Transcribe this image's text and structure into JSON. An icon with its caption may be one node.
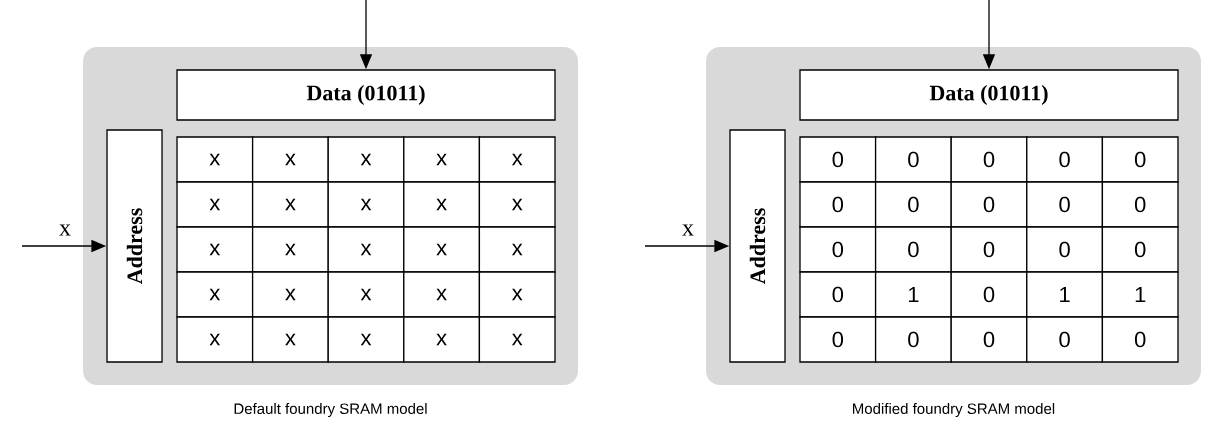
{
  "diagram": {
    "nodes": [
      {
        "text": [],
        "shape": "box",
        "beside": [
          "Default foundry SRAM model"
        ]
      },
      {
        "text": [
          "Data (01011)"
        ],
        "in": 0
      },
      {
        "text": [
          "Address"
        ],
        "in": 0
      },
      {
        "text": [
          "x"
        ],
        "in": 0
      },
      {
        "text": [
          "x"
        ],
        "in": 0
      },
      {
        "text": [
          "x"
        ],
        "in": 0
      },
      {
        "text": [
          "x"
        ],
        "in": 0
      },
      {
        "text": [
          "x"
        ],
        "in": 0
      },
      {
        "text": [
          "x"
        ],
        "in": 0
      },
      {
        "text": [
          "x"
        ],
        "in": 0
      },
      {
        "text": [
          "x"
        ],
        "in": 0
      },
      {
        "text": [
          "x"
        ],
        "in": 0
      },
      {
        "text": [
          "x"
        ],
        "in": 0
      },
      {
        "text": [
          "x"
        ],
        "in": 0
      },
      {
        "text": [
          "x"
        ],
        "in": 0
      },
      {
        "text": [
          "x"
        ],
        "in": 0
      },
      {
        "text": [
          "x"
        ],
        "in": 0
      },
      {
        "text": [
          "x"
        ],
        "in": 0
      },
      {
        "text": [
          "x"
        ],
        "in": 0
      },
      {
        "text": [
          "x"
        ],
        "in": 0
      },
      {
        "text": [
          "x"
        ],
        "in": 0
      },
      {
        "text": [
          "x"
        ],
        "in": 0
      },
      {
        "text": [
          "x"
        ],
        "in": 0
      },
      {
        "text": [
          "x"
        ],
        "in": 0
      },
      {
        "text": [
          "x"
        ],
        "in": 0
      },
      {
        "text": [
          "x"
        ],
        "in": 0
      },
      {
        "text": [
          "x"
        ],
        "in": 0
      },
      {
        "text": [
          "x"
        ],
        "in": 0
      },
      {
        "text": [],
        "shape": "box",
        "beside": [
          "Modified foundry SRAM model"
        ]
      },
      {
        "text": [
          "Data (01011)"
        ],
        "in": 28
      },
      {
        "text": [
          "Address"
        ],
        "in": 28
      },
      {
        "text": [
          "0"
        ],
        "in": 28
      },
      {
        "text": [
          "0"
        ],
        "in": 28
      },
      {
        "text": [
          "0"
        ],
        "in": 28
      },
      {
        "text": [
          "0"
        ],
        "in": 28
      },
      {
        "text": [
          "0"
        ],
        "in": 28
      },
      {
        "text": [
          "0"
        ],
        "in": 28
      },
      {
        "text": [
          "0"
        ],
        "in": 28
      },
      {
        "text": [
          "0"
        ],
        "in": 28
      },
      {
        "text": [
          "0"
        ],
        "in": 28
      },
      {
        "text": [
          "0"
        ],
        "in": 28
      },
      {
        "text": [
          "0"
        ],
        "in": 28
      },
      {
        "text": [
          "0"
        ],
        "in": 28
      },
      {
        "text": [
          "0"
        ],
        "in": 28
      },
      {
        "text": [
          "0"
        ],
        "in": 28
      },
      {
        "text": [
          "0"
        ],
        "in": 28
      },
      {
        "text": [
          "0"
        ],
        "in": 28
      },
      {
        "text": [
          "1"
        ],
        "in": 28
      },
      {
        "text": [
          "0"
        ],
        "in": 28
      },
      {
        "text": [
          "1"
        ],
        "in": 28
      },
      {
        "text": [
          "1"
        ],
        "in": 28
      },
      {
        "text": [
          "0"
        ],
        "in": 28
      },
      {
        "text": [
          "0"
        ],
        "in": 28
      },
      {
        "text": [
          "0"
        ],
        "in": 28
      },
      {
        "text": [
          "0"
        ],
        "in": 28
      },
      {
        "text": [
          "0"
        ],
        "in": 28
      }
    ],
    "edges": [
      {
        "from": null,
        "to": 1,
        "arrow": "to"
      },
      {
        "from": null,
        "to": 2,
        "arrow": "to",
        "label": "x"
      },
      {
        "from": null,
        "to": 29,
        "arrow": "to"
      },
      {
        "from": null,
        "to": 30,
        "arrow": "to",
        "label": "x"
      }
    ]
  }
}
